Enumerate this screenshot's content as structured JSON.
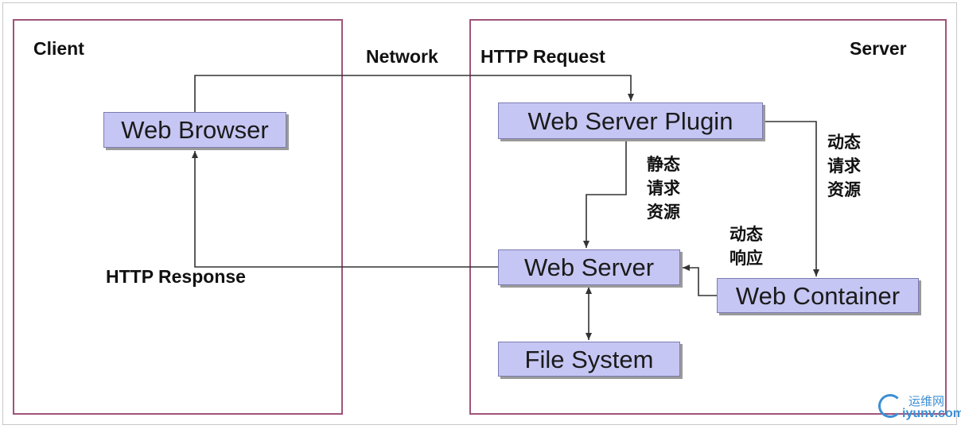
{
  "regions": {
    "client": "Client",
    "server": "Server"
  },
  "labels": {
    "network": "Network",
    "http_request": "HTTP Request",
    "http_response": "HTTP Response",
    "static_request": [
      "静态",
      "请求",
      "资源"
    ],
    "dynamic_request": [
      "动态",
      "请求",
      "资源"
    ],
    "dynamic_response": [
      "动态",
      "响应"
    ]
  },
  "nodes": {
    "web_browser": "Web Browser",
    "web_server_plugin": "Web Server Plugin",
    "web_server": "Web Server",
    "web_container": "Web Container",
    "file_system": "File System"
  },
  "watermark": {
    "line1": "运维网",
    "line2": "iyunv.com"
  },
  "colors": {
    "region_border": "#a0547a",
    "node_fill": "#c6c6f4",
    "node_border": "#7b7bb0",
    "edge": "#333333"
  }
}
